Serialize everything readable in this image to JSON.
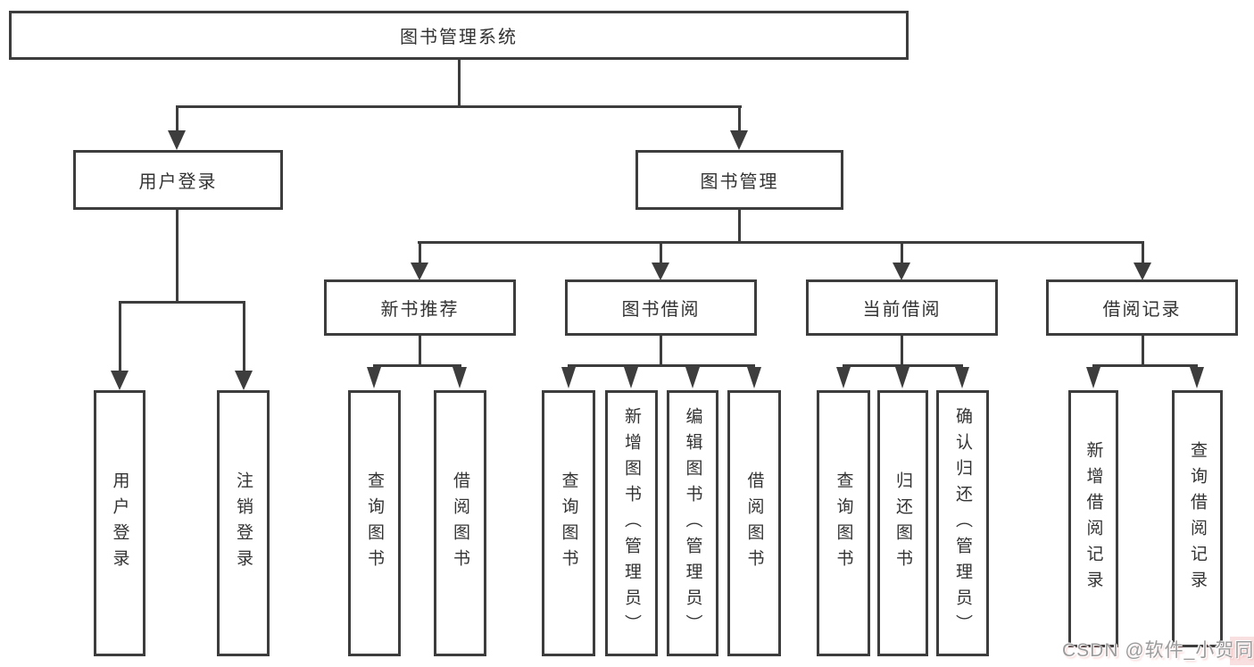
{
  "tree": {
    "root": {
      "label": "图书管理系统"
    },
    "branches": [
      {
        "label": "用户登录",
        "children": [
          {
            "label": "用户登录"
          },
          {
            "label": "注销登录"
          }
        ]
      },
      {
        "label": "图书管理",
        "children": [
          {
            "label": "新书推荐",
            "children": [
              {
                "label": "查询图书"
              },
              {
                "label": "借阅图书"
              }
            ]
          },
          {
            "label": "图书借阅",
            "children": [
              {
                "label": "查询图书"
              },
              {
                "label": "新增图书（管理员）"
              },
              {
                "label": "编辑图书（管理员）"
              },
              {
                "label": "借阅图书"
              }
            ]
          },
          {
            "label": "当前借阅",
            "children": [
              {
                "label": "查询图书"
              },
              {
                "label": "归还图书"
              },
              {
                "label": "确认归还（管理员）"
              }
            ]
          },
          {
            "label": "借阅记录",
            "children": [
              {
                "label": "新增借阅记录"
              },
              {
                "label": "查询借阅记录"
              }
            ]
          }
        ]
      }
    ]
  },
  "watermark": {
    "text": "CSDN @软件_小贺同学"
  },
  "colors": {
    "line": "#3d3d3d",
    "box_border": "#3d3d3d",
    "text": "#333333",
    "watermark": "#9b9b9b",
    "background": "#ffffff"
  }
}
